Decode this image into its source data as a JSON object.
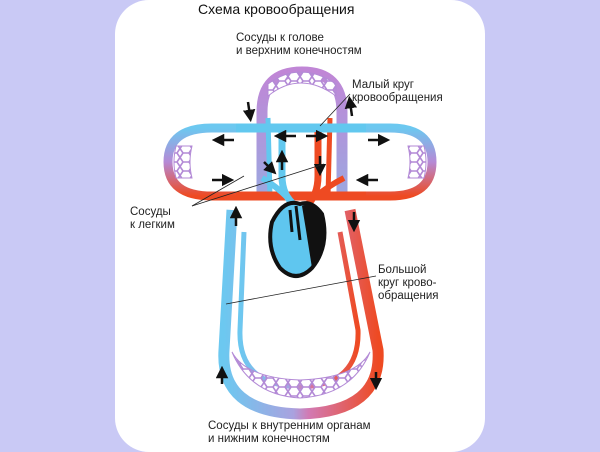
{
  "title": "Схема кровообращения",
  "labels": {
    "head_vessels": "Сосуды к голове\nи верхним конечностям",
    "small_circle": "Малый круг\nкровообращения",
    "lung_vessels": "Сосуды\nк легким",
    "big_circle": "Большой\nкруг крово-\nобращения",
    "organ_vessels": "Сосуды к внутренним органам\nи нижним конечностям"
  },
  "colors": {
    "background": "#c9c9f5",
    "arterial": "#ee4a22",
    "venous": "#62c8ef",
    "capillary": "#b38ad6",
    "heart_outline": "#111111"
  }
}
